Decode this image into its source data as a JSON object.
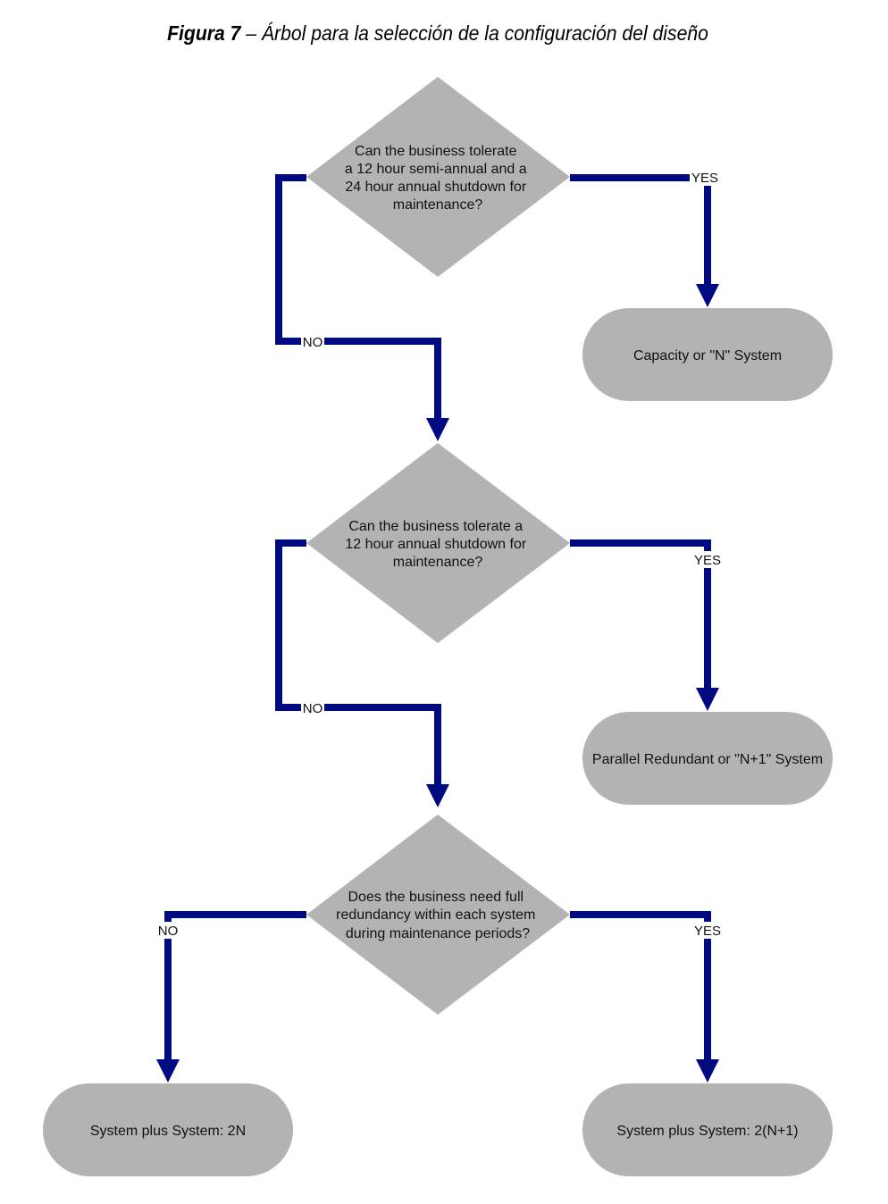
{
  "caption": {
    "number": "Figura 7",
    "separator": " – ",
    "title": "Árbol para la selección de la configuración del diseño"
  },
  "colors": {
    "shape_fill": "#b3b3b3",
    "connector": "#000a80",
    "text": "#111111"
  },
  "decisions": [
    {
      "id": "q1",
      "lines": [
        "Can the business tolerate",
        "a 12 hour semi-annual and a",
        "24 hour annual shutdown for",
        "maintenance?"
      ]
    },
    {
      "id": "q2",
      "lines": [
        "Can the business tolerate a",
        "12 hour annual shutdown for",
        "maintenance?"
      ]
    },
    {
      "id": "q3",
      "lines": [
        "Does the business need full",
        "redundancy within each system",
        "during maintenance periods?"
      ]
    }
  ],
  "outcomes": [
    {
      "id": "capacity",
      "label": "Capacity or \"N\" System"
    },
    {
      "id": "parallel",
      "label": "Parallel Redundant or \"N+1\" System"
    },
    {
      "id": "twoN",
      "label": "System plus System: 2N"
    },
    {
      "id": "twoN1",
      "label": "System plus System: 2(N+1)"
    }
  ],
  "branches": {
    "q1_yes": "YES",
    "q1_no": "NO",
    "q2_yes": "YES",
    "q2_no": "NO",
    "q3_yes": "YES",
    "q3_no": "NO"
  }
}
